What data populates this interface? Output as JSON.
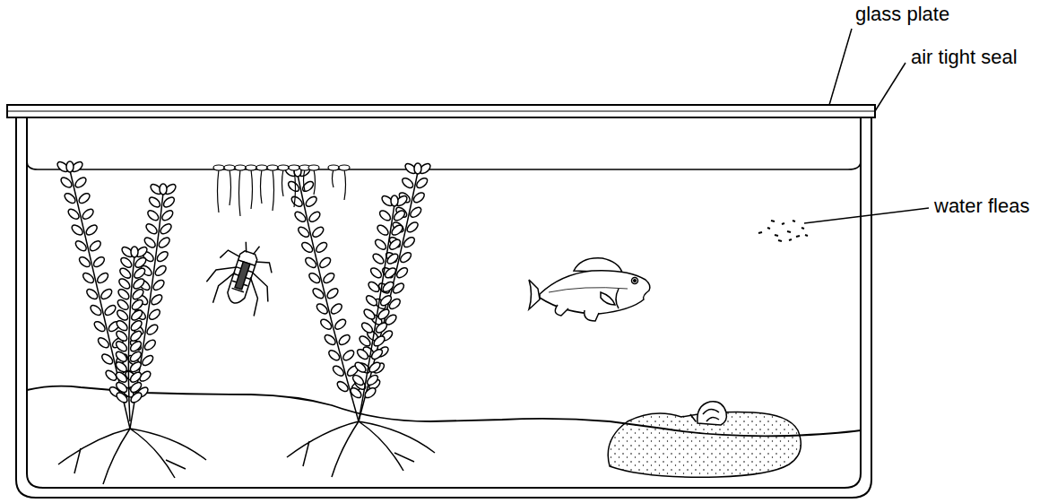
{
  "diagram": {
    "labels": [
      "glass plate",
      "air tight seal",
      "water fleas"
    ]
  }
}
